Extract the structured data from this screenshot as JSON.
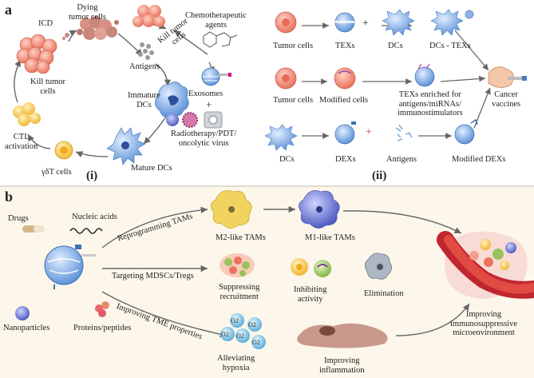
{
  "panel_a": {
    "letter": "a",
    "sub_i": "(i)",
    "sub_ii": "(ii)",
    "cycle": {
      "icd": "ICD",
      "dying_tumor_cells": "Dying\ntumor cells",
      "chemotherapeutic_agents": "Chemotherapeutic\nagents",
      "kill_tumor_cells_right": "Kill tumor\ncells",
      "antigens": "Antigens",
      "immature_dcs": "Immature\nDCs",
      "exosomes": "Exosomes",
      "plus": "+",
      "radiotherapy": "Radiotherapy/PDT/\noncolytic virus",
      "mature_dcs": "Mature DCs",
      "gdt_cells": "γδT cells",
      "ctl_activation": "CTL\nactivation",
      "kill_tumor_cells_left": "Kill tumor\ncells"
    },
    "vaccines": {
      "row1": {
        "tumor_cells": "Tumor cells",
        "texs": "TEXs",
        "plus": "+",
        "dcs": "DCs",
        "dcs_texs": "DCs - TEXs"
      },
      "row2": {
        "tumor_cells": "Tumor cells",
        "modified_cells": "Modified cells",
        "texs_enriched": "TEXs enriched for\nantigens/miRNAs/\nimmunostimulators"
      },
      "cancer_vaccines": "Cancer\nvaccines",
      "row3": {
        "dcs": "DCs",
        "dexs": "DEXs",
        "plus": "+",
        "antigens": "Antigens",
        "modified_dexs": "Modified DEXs"
      }
    }
  },
  "panel_b": {
    "letter": "b",
    "drugs": "Drugs",
    "nucleic_acids": "Nucleic acids",
    "nanoparticles": "Nanoparticles",
    "proteins_peptides": "Proteins/peptides",
    "reprogramming_tams": "Reprogramming TAMs",
    "m2_tams": "M2-like TAMs",
    "m1_tams": "M1-like TAMs",
    "targeting_mdscs": "Targeting MDSCs/Tregs",
    "suppressing_recruitment": "Suppressing\nrecruitment",
    "inhibiting_activity": "Inhibiting\nactivity",
    "elimination": "Elimination",
    "improving_tme": "Improving TME properties",
    "o2": "O2",
    "alleviating_hypoxia": "Alleviating\nhypoxia",
    "improving_inflammation": "Improving\ninflammation",
    "improving_immuno": "Improving\nimmunosuppressive\nmicroenvironment"
  },
  "colors": {
    "tumor": "#f08a78",
    "dc_blue": "#8fb2e6",
    "exosome": "#6fa0dc",
    "arrow": "#666666",
    "panel_b_bg": "#fcf7ea",
    "yellow_cell": "#f7cf58",
    "m2": "#f1d45f",
    "m1": "#9fa8e8",
    "o2": "#8cc7e5"
  }
}
